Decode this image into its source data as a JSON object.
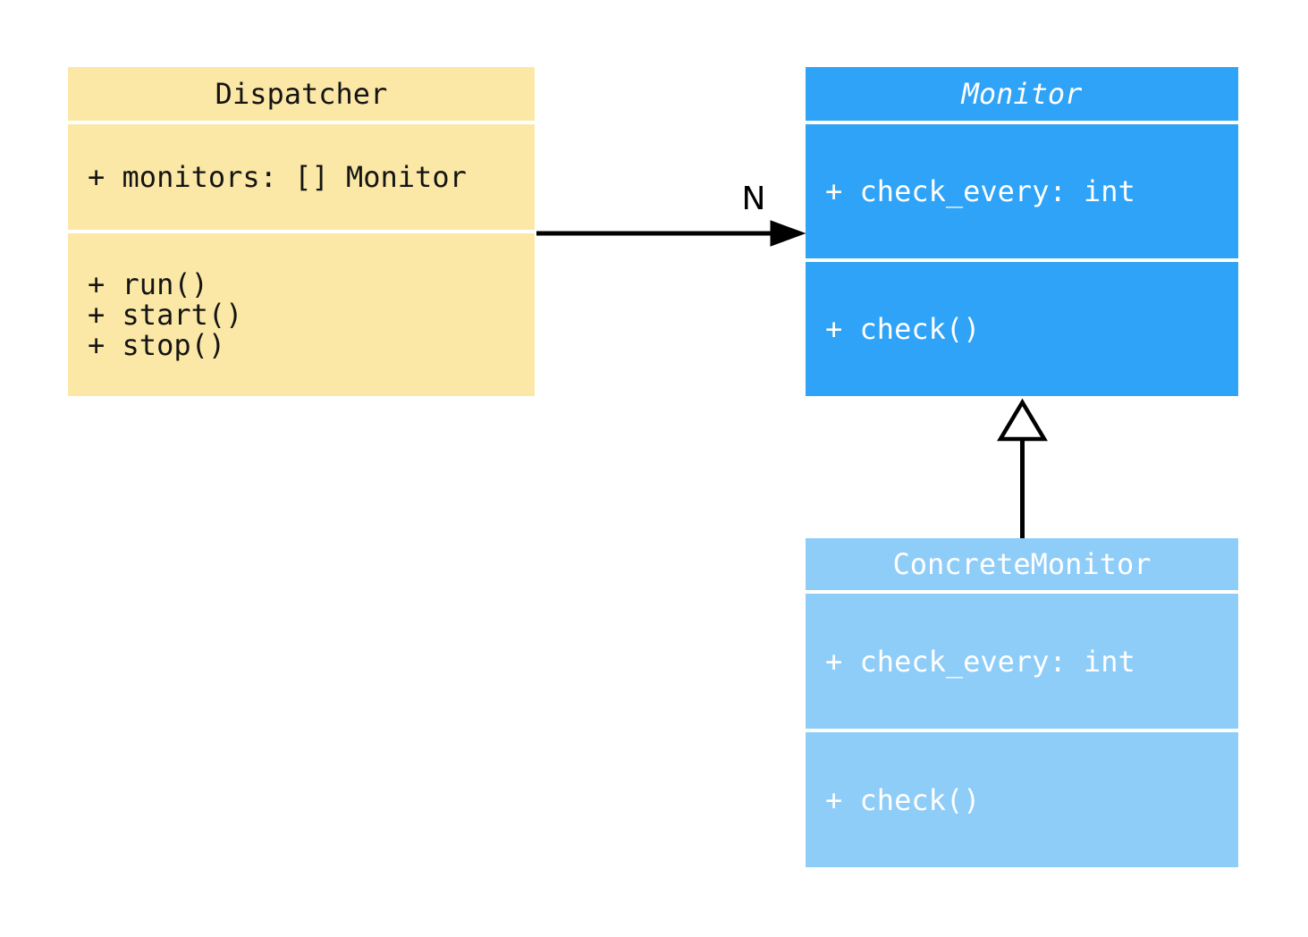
{
  "diagram": {
    "type": "uml-class-diagram",
    "background_color": "#ffffff",
    "classes": [
      {
        "name": "Dispatcher",
        "abstract": false,
        "fill_color": "#FBE8A6",
        "text_color": "#141414",
        "attributes": [
          "+ monitors: [] Monitor"
        ],
        "methods": [
          "+ run()",
          "+ start()",
          "+ stop()"
        ]
      },
      {
        "name": "Monitor",
        "abstract": true,
        "fill_color": "#2FA3F7",
        "text_color": "#ffffff",
        "attributes": [
          "+ check_every: int"
        ],
        "methods": [
          "+ check()"
        ]
      },
      {
        "name": "ConcreteMonitor",
        "abstract": false,
        "fill_color": "#8FCDF9",
        "text_color": "#ffffff",
        "attributes": [
          "+ check_every: int"
        ],
        "methods": [
          "+ check()"
        ]
      }
    ],
    "relations": [
      {
        "type": "association",
        "from": "Dispatcher",
        "to": "Monitor",
        "label": "N",
        "line_color": "#000000"
      },
      {
        "type": "inheritance",
        "from": "ConcreteMonitor",
        "to": "Monitor",
        "label": "",
        "line_color": "#000000"
      }
    ]
  }
}
